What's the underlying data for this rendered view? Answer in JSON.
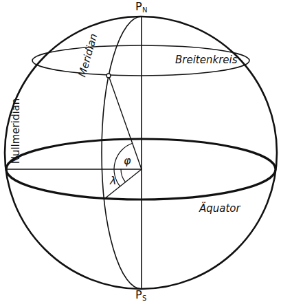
{
  "diagram": {
    "labels": [
      "P",
      "N",
      "Meridian",
      "Breitenkreis",
      "Nullmeridian",
      "φ",
      "λ",
      "Äquator",
      "P",
      "S"
    ]
  }
}
